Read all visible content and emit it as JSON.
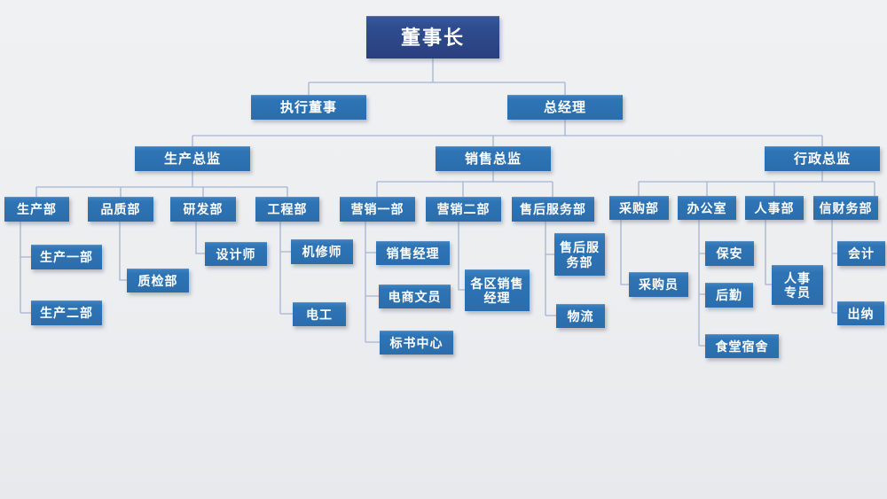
{
  "chart_title": "",
  "colors": {
    "root_node_fill": "#2e4d8f",
    "node_fill": "#2e74b5",
    "connector_line": "#a6b3d3",
    "node_text": "#ffffff",
    "background": "#edeff1"
  },
  "nodes": {
    "chairman": "董事长",
    "executive_director": "执行董事",
    "general_manager": "总经理",
    "production_director": "生产总监",
    "sales_director": "销售总监",
    "admin_director": "行政总监",
    "production_dept": "生产部",
    "quality_dept": "品质部",
    "rd_dept": "研发部",
    "engineering_dept": "工程部",
    "marketing_dept_1": "营销一部",
    "marketing_dept_2": "营销二部",
    "after_sales_dept": "售后服务部",
    "purchasing_dept": "采购部",
    "office": "办公室",
    "hr_dept": "人事部",
    "finance_dept": "信财务部",
    "production_unit_1": "生产一部",
    "production_unit_2": "生产二部",
    "quality_inspection": "质检部",
    "designer": "设计师",
    "machine_repair": "机修师",
    "electrician": "电工",
    "sales_manager": "销售经理",
    "ecommerce_clerk": "电商文员",
    "bidding_center": "标书中心",
    "regional_sales_manager": "各区销售\n经理",
    "after_sales_sub": "售后服\n务部",
    "logistics": "物流",
    "purchaser": "采购员",
    "security": "保安",
    "logistics_support": "后勤",
    "canteen_dormitory": "食堂宿舍",
    "hr_specialist": "人事\n专员",
    "accountant": "会计",
    "cashier": "出纳"
  },
  "hierarchy": {
    "id": "chairman",
    "children": [
      {
        "id": "executive_director",
        "children": []
      },
      {
        "id": "general_manager",
        "children": [
          {
            "id": "production_director",
            "children": [
              {
                "id": "production_dept",
                "children": [
                  {
                    "id": "production_unit_1"
                  },
                  {
                    "id": "production_unit_2"
                  }
                ]
              },
              {
                "id": "quality_dept",
                "children": [
                  {
                    "id": "quality_inspection"
                  }
                ]
              },
              {
                "id": "rd_dept",
                "children": [
                  {
                    "id": "designer"
                  }
                ]
              },
              {
                "id": "engineering_dept",
                "children": [
                  {
                    "id": "machine_repair"
                  },
                  {
                    "id": "electrician"
                  }
                ]
              }
            ]
          },
          {
            "id": "sales_director",
            "children": [
              {
                "id": "marketing_dept_1",
                "children": [
                  {
                    "id": "sales_manager"
                  },
                  {
                    "id": "ecommerce_clerk"
                  },
                  {
                    "id": "bidding_center"
                  }
                ]
              },
              {
                "id": "marketing_dept_2",
                "children": [
                  {
                    "id": "regional_sales_manager"
                  }
                ]
              },
              {
                "id": "after_sales_dept",
                "children": [
                  {
                    "id": "after_sales_sub"
                  },
                  {
                    "id": "logistics"
                  }
                ]
              }
            ]
          },
          {
            "id": "admin_director",
            "children": [
              {
                "id": "purchasing_dept",
                "children": [
                  {
                    "id": "purchaser"
                  }
                ]
              },
              {
                "id": "office",
                "children": [
                  {
                    "id": "security"
                  },
                  {
                    "id": "logistics_support"
                  },
                  {
                    "id": "canteen_dormitory"
                  }
                ]
              },
              {
                "id": "hr_dept",
                "children": [
                  {
                    "id": "hr_specialist"
                  }
                ]
              },
              {
                "id": "finance_dept",
                "children": [
                  {
                    "id": "accountant"
                  },
                  {
                    "id": "cashier"
                  }
                ]
              }
            ]
          }
        ]
      }
    ]
  }
}
